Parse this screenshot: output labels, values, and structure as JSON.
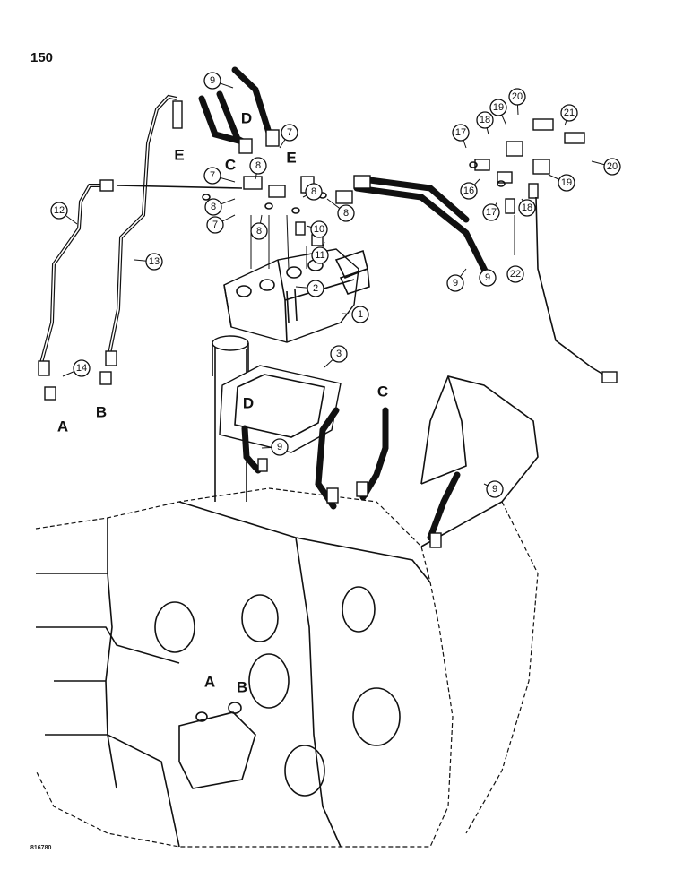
{
  "page_number": "150",
  "drawing_code": "816780",
  "callouts": [
    "9",
    "7",
    "7",
    "8",
    "8",
    "8",
    "7",
    "8",
    "8",
    "10",
    "11",
    "2",
    "1",
    "3",
    "12",
    "13",
    "14",
    "9",
    "9",
    "9",
    "9",
    "16",
    "17",
    "18",
    "19",
    "20",
    "21",
    "20",
    "19",
    "18",
    "17",
    "22"
  ],
  "letters": [
    "D",
    "C",
    "E",
    "E",
    "A",
    "B",
    "D",
    "C",
    "A",
    "B"
  ]
}
